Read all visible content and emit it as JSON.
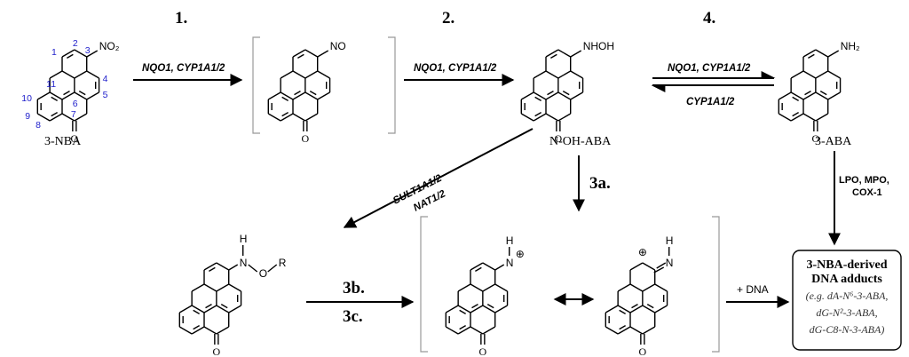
{
  "steps": {
    "s1": "1.",
    "s2": "2.",
    "s4": "4.",
    "s3a": "3a.",
    "s3b": "3b.",
    "s3c": "3c."
  },
  "enzymes": {
    "nqo1_cyp_1": "NQO1, CYP1A1/2",
    "nqo1_cyp_2": "NQO1, CYP1A1/2",
    "nqo1_cyp_3": "NQO1, CYP1A1/2",
    "cyp_back": "CYP1A1/2",
    "sult": "SULT1A1/2",
    "nat": "NAT1/2",
    "lpo_line1": "LPO, MPO,",
    "lpo_line2": "COX-1",
    "dna": "+ DNA"
  },
  "compounds": {
    "nba": "3-NBA",
    "nohaba": "N-OH-ABA",
    "aba": "3-ABA"
  },
  "atoms": {
    "no2": "NO₂",
    "no": "NO",
    "nhoh": "NHOH",
    "nh2": "NH₂",
    "o": "O",
    "h": "H",
    "n": "N",
    "r": "R",
    "plus": "⊕"
  },
  "numbering": [
    "1",
    "2",
    "3",
    "4",
    "5",
    "6",
    "7",
    "8",
    "9",
    "10",
    "11"
  ],
  "adducts": {
    "title_1": "3-NBA-derived",
    "title_2": "DNA adducts",
    "ex_1": "(e.g. dA-N⁶-3-ABA,",
    "ex_2": "dG-N²-3-ABA,",
    "ex_3": "dG-C8-N-3-ABA)"
  }
}
